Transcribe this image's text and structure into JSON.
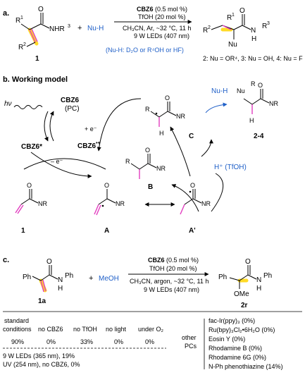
{
  "colors": {
    "accent_blue": "#2060c8",
    "magenta_bond": "#e23dbf",
    "yellow_highlight": "#ffd400"
  },
  "panel_a": {
    "label": "a.",
    "reactant_group": "NHR",
    "reactant_sup": "3",
    "r1": "R",
    "r1_sup": "1",
    "r2": "R",
    "r2_sup": "2",
    "o": "O",
    "plus": "+",
    "nucleophile": "Nu-H",
    "compound_number": "1",
    "conditions_line1_bold": "CBZ6",
    "conditions_line1_rest": " (0.5 mol %)",
    "conditions_line2": "TfOH (20 mol %)",
    "conditions_line3": "CH₃CN, Ar, ~32 °C, 11 h",
    "conditions_line4": "9 W LEDs (407 nm)",
    "nu_note": "(Nu-H: D₂O or R⁴OH or HF)",
    "product_nh": "N",
    "product_r3": "R",
    "product_h": "H",
    "product_nu": "Nu",
    "products_note": "2: Nu = OR⁴, 3: Nu = OH, 4: Nu = F"
  },
  "panel_b": {
    "label": "b. Working model",
    "hv": "hν",
    "pc_name": "CBZ6",
    "pc_note": "(PC)",
    "pc_excited": "CBZ6*",
    "pc_radical_cation": "CBZ6",
    "pc_rc_sup": "•+",
    "plus_e": "+ e⁻",
    "minus_e": "– e⁻",
    "nu_h": "Nu-H",
    "h_plus": "H⁺ (TfOH)",
    "label_1": "1",
    "label_A": "A",
    "label_A_prime": "A'",
    "label_B": "B",
    "label_C": "C",
    "label_2_4": "2-4",
    "nr1r2": "NR",
    "r": "R",
    "o": "O",
    "nu": "Nu"
  },
  "panel_c": {
    "label": "c.",
    "ph": "Ph",
    "nh_ph": "Ph",
    "n": "N",
    "h": "H",
    "o": "O",
    "plus": "+",
    "meoh": "MeOH",
    "ome": "OMe",
    "label_1a": "1a",
    "label_2r": "2r",
    "conditions_line1_bold": "CBZ6",
    "conditions_line1_rest": " (0.5 mol %)",
    "conditions_line2": "TfOH (20 mol %)",
    "conditions_line3": "CH₃CN, argon, ~32 °C, 11 h",
    "conditions_line4": "9 W LEDs (407 nm)",
    "table_headers": [
      "standard",
      "conditions",
      "no CBZ6",
      "no TfOH",
      "no light",
      "under O₂"
    ],
    "table_values": [
      "90%",
      "0%",
      "33%",
      "0%",
      "0%"
    ],
    "extra_line1": "9 W LEDs (365 nm), 19%",
    "extra_line2": "UV (254 nm), no CBZ6, 0%",
    "other_pcs_label_1": "other",
    "other_pcs_label_2": "PCs",
    "other_pcs": [
      "fac-Ir(ppy)₃ (0%)",
      "Ru(bpy)₃Cl₂•6H₂O (0%)",
      "Eosin Y (0%)",
      "Rhodamine B (0%)",
      "Rhodamine 6G (0%)",
      "N-Ph phenothiazine (14%)"
    ]
  }
}
